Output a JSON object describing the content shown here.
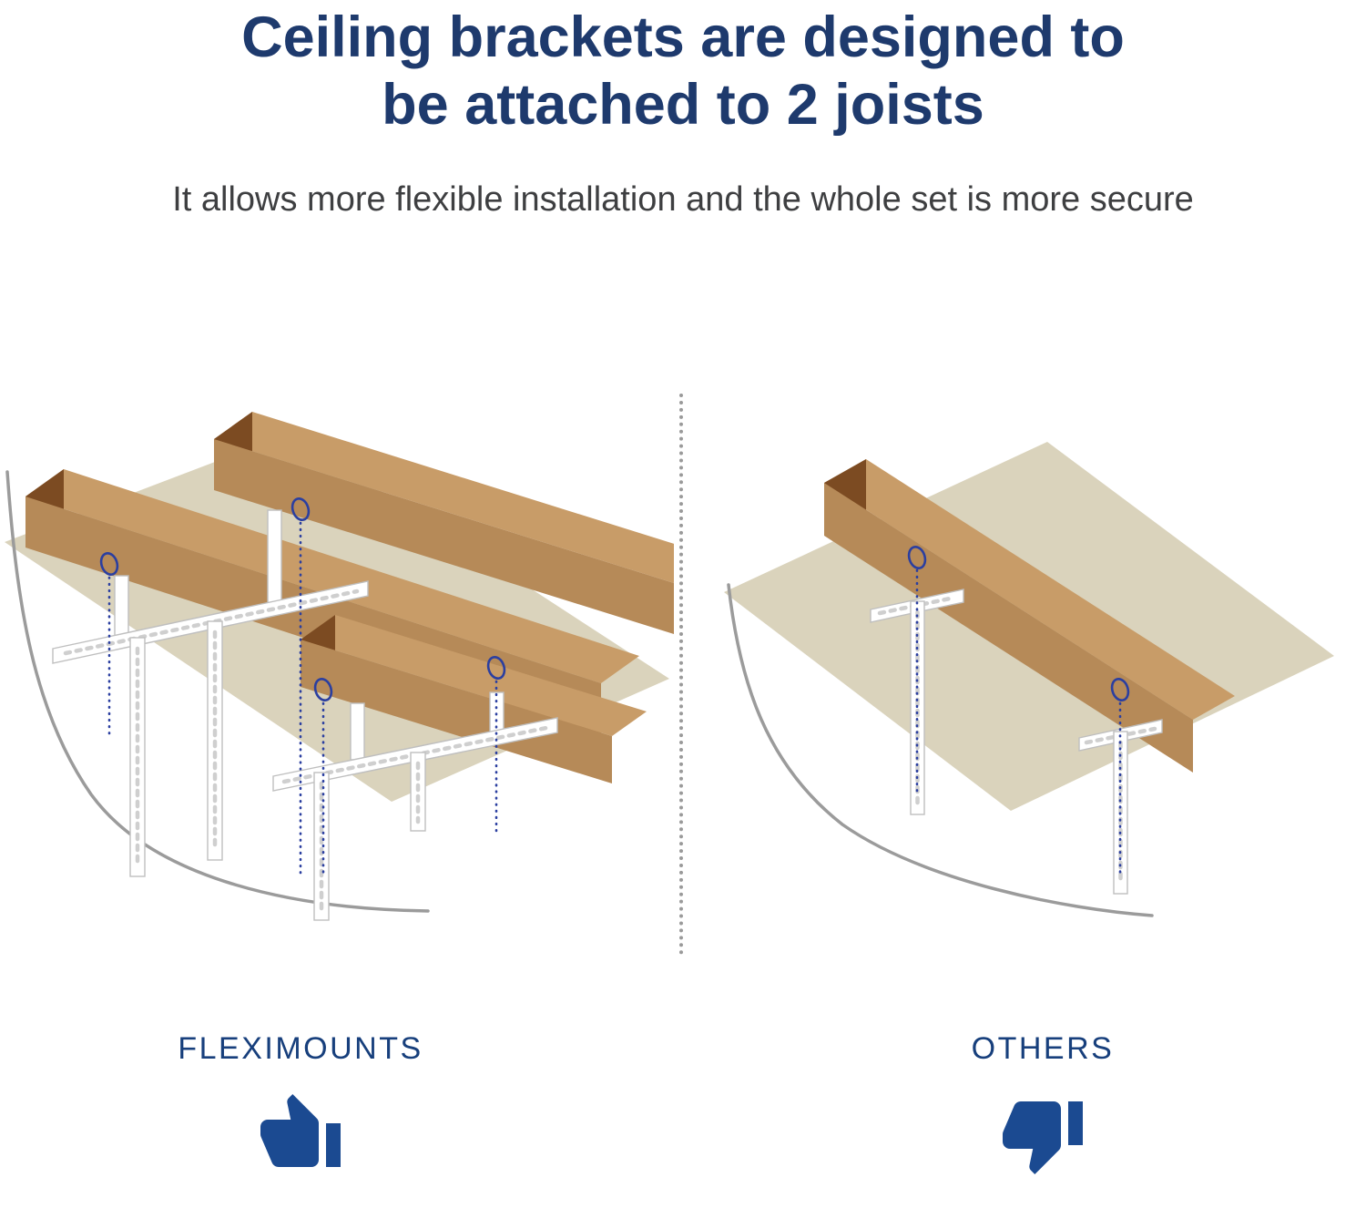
{
  "header": {
    "title_line1": "Ceiling brackets are designed to",
    "title_line2": "be attached to 2 joists",
    "subtitle": "It allows more flexible installation and the whole set is more secure"
  },
  "comparison": {
    "left": {
      "label": "FLEXIMOUNTS",
      "verdict": "thumbs-up"
    },
    "right": {
      "label": "OTHERS",
      "verdict": "thumbs-down"
    }
  },
  "colors": {
    "background": "#ffffff",
    "title": "#1e3a6d",
    "subtitle": "#3e3f41",
    "caption": "#173f7c",
    "icon": "#1b4a91",
    "ceiling": "#dad3bc",
    "joist_side": "#b68a58",
    "joist_top": "#c89c68",
    "joist_end": "#7c4b22",
    "bracket_fill": "#ffffff",
    "bracket_outline": "#bfbfbf",
    "slot": "#cfcfcf",
    "marker": "#2b3fa0",
    "sweep": "#9b9b9b",
    "divider": "#9a9a9a"
  }
}
